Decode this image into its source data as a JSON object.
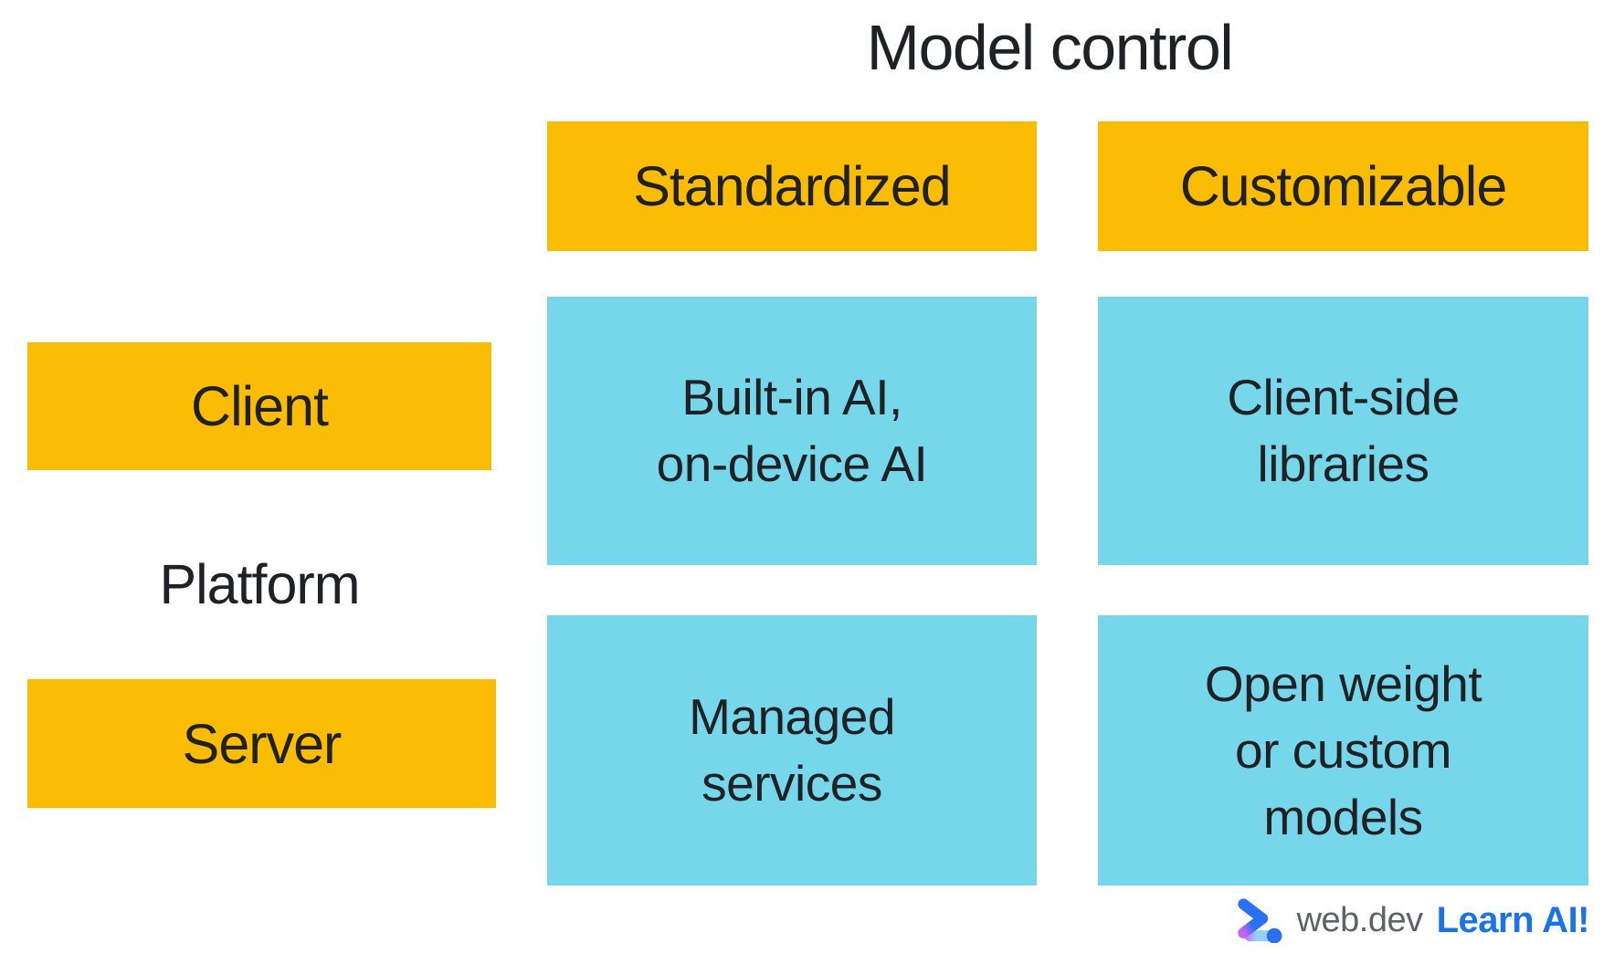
{
  "colors": {
    "yellow": "#FBBC04",
    "cellBlue": "#76D7EA",
    "text": "#202124",
    "brandGray": "#5F6368",
    "ctaBlue": "#1A73E8",
    "logoBlue": "#2B6FF3",
    "logoPurple": "#C963F0",
    "logoLightBlue": "#93D2F8"
  },
  "matrix": {
    "title": "Model control",
    "row_axis_label": "Platform",
    "column_headers": [
      {
        "id": "standardized",
        "label": "Standardized"
      },
      {
        "id": "customizable",
        "label": "Customizable"
      }
    ],
    "row_headers": [
      {
        "id": "client",
        "label": "Client"
      },
      {
        "id": "server",
        "label": "Server"
      }
    ],
    "cells": [
      {
        "row": "Client",
        "column": "Standardized",
        "lines": [
          "Built-in AI,",
          "on-device AI"
        ]
      },
      {
        "row": "Client",
        "column": "Customizable",
        "lines": [
          "Client-side",
          "libraries"
        ]
      },
      {
        "row": "Server",
        "column": "Standardized",
        "lines": [
          "Managed",
          "services"
        ]
      },
      {
        "row": "Server",
        "column": "Customizable",
        "lines": [
          "Open weight",
          "or custom",
          "models"
        ]
      }
    ]
  },
  "footer": {
    "brand": "web.dev",
    "cta": "Learn AI!",
    "icon": "webdev-learn-ai-logo-icon"
  }
}
